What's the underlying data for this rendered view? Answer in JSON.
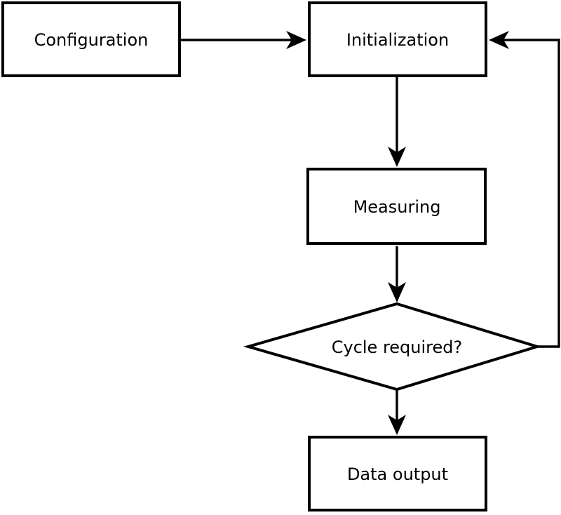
{
  "diagram": {
    "type": "flowchart",
    "background_color": "#ffffff",
    "line_color": "#000000",
    "text_color": "#000000",
    "nodes": [
      {
        "id": "configuration",
        "shape": "rectangle",
        "label": "Configuration"
      },
      {
        "id": "initialization",
        "shape": "rectangle",
        "label": "Initialization"
      },
      {
        "id": "measuring",
        "shape": "rectangle",
        "label": "Measuring"
      },
      {
        "id": "cycle-required",
        "shape": "diamond",
        "label": "Cycle required?"
      },
      {
        "id": "data-output",
        "shape": "rectangle",
        "label": "Data output"
      }
    ],
    "edges": [
      {
        "from": "configuration",
        "to": "initialization",
        "direction": "right"
      },
      {
        "from": "initialization",
        "to": "measuring",
        "direction": "down"
      },
      {
        "from": "measuring",
        "to": "cycle-required",
        "direction": "down"
      },
      {
        "from": "cycle-required",
        "to": "data-output",
        "direction": "down"
      },
      {
        "from": "cycle-required",
        "to": "initialization",
        "direction": "loop-back-right-up"
      }
    ]
  }
}
